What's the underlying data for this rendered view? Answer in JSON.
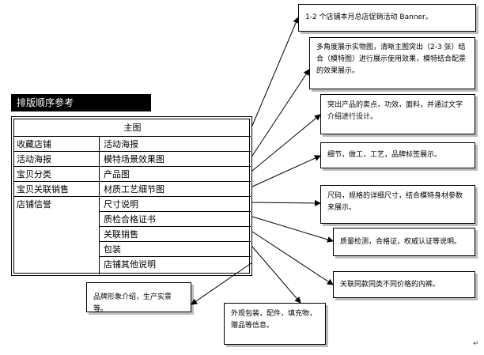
{
  "title": "排版顺序参考",
  "table": {
    "header": "主图",
    "left_col": [
      "收藏店铺",
      "活动海报",
      "宝贝分类",
      "宝贝关联销售",
      "店铺信誉"
    ],
    "right_col": [
      "活动海报",
      "模特场景效果图",
      "产品图",
      "材质工艺细节图",
      "尺寸说明",
      "质检合格证书",
      "关联销售",
      "包装",
      "店铺其他说明"
    ]
  },
  "annotations": [
    "1-2 个店铺本月总店促销活动 Banner。",
    "多角度展示实物图，清晰主图突出（2-3 张）结合（模特图）进行展示使用效果，模特结合配景的效果展示。",
    "突出产品的卖点，功效，面料，并通过文字介绍进行设计。",
    "细节，做工，工艺，品牌标签展示。",
    "尺码，规格的详细尺寸，结合模特身材参数来展示。",
    "质量检测，合格证，权威认证等说明。",
    "关联同款同类不同价格的内裤。",
    "外观包装，配件，填充物，赠品等信息。",
    "品牌形象介绍，生产实景等。"
  ]
}
